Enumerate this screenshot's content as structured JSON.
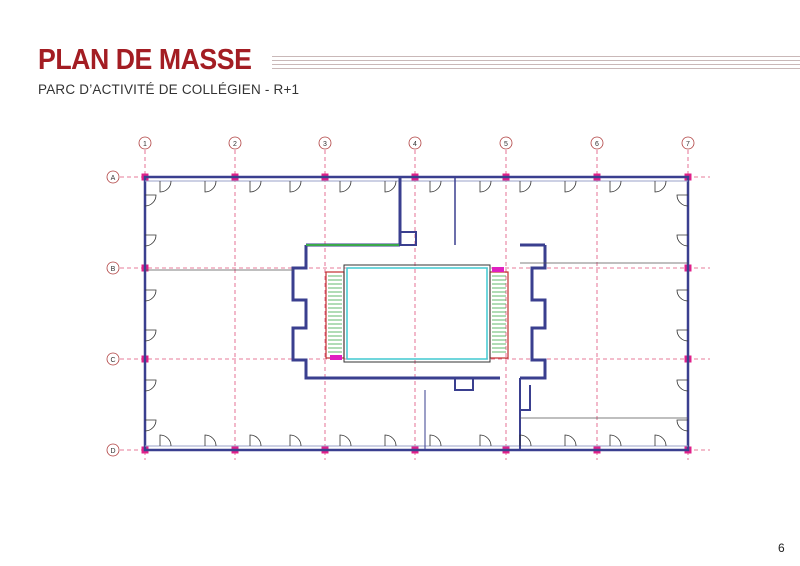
{
  "header": {
    "title": "PLAN DE MASSE",
    "subtitle": "PARC D’ACTIVITÉ DE COLLÉGIEN - R+1"
  },
  "plan": {
    "columns": [
      "1",
      "2",
      "3",
      "4",
      "5",
      "6",
      "7"
    ],
    "rows": [
      "A",
      "B",
      "C",
      "D"
    ],
    "colors": {
      "grid": "#e0507a",
      "column_marker": "#e0208a",
      "wall": "#3a3f8f",
      "stair": "#3aa84a",
      "void": "#40c8d0",
      "core_wall": "#c03030"
    }
  },
  "footer": {
    "page_number": "6"
  }
}
